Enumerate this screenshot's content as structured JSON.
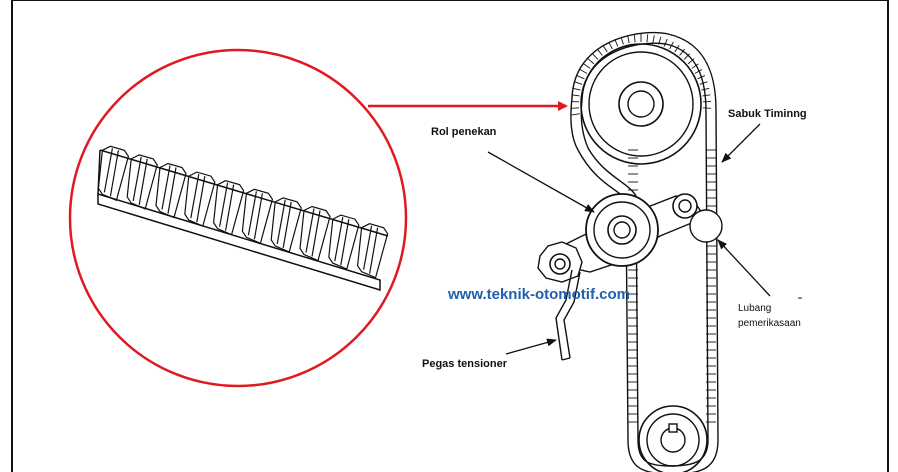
{
  "diagram": {
    "labels": {
      "rol_penekan": "Rol penekan",
      "sabuk_timing": "Sabuk Timinng",
      "pegas_tensioner": "Pegas tensioner",
      "lubang_line1": "Lubang",
      "lubang_line2": "pemerikasaan"
    },
    "watermark": "www.teknik-otomotif.com"
  },
  "colors": {
    "highlight": "#e0191f",
    "watermark": "#1f5fb0",
    "line": "#111111"
  }
}
